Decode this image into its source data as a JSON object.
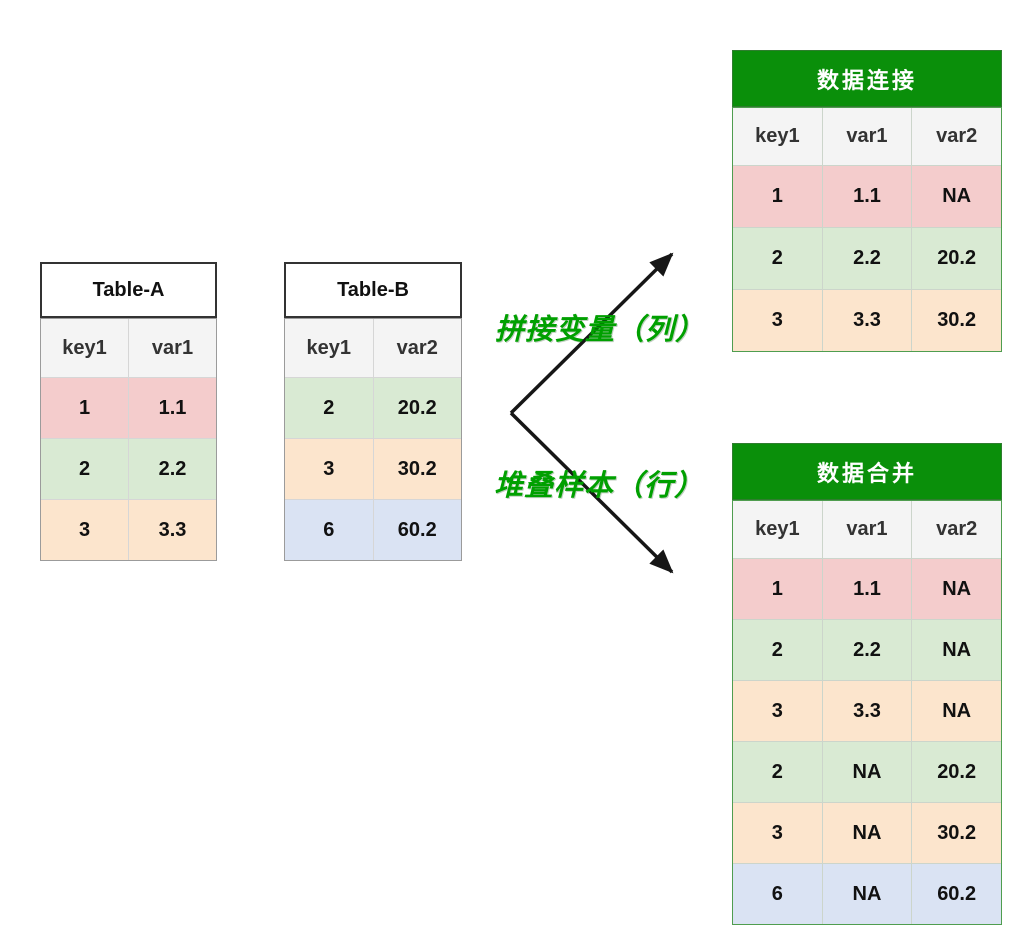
{
  "colors": {
    "row_pink": "#f4cccc",
    "row_green": "#d9ead3",
    "row_orange": "#fce5cd",
    "row_blue": "#dae3f3",
    "header_bg": "#f4f4f4",
    "title_green_bg": "#0a8f0a",
    "title_green_text": "#ffffff",
    "label_green": "#00a000",
    "arrow_color": "#161616"
  },
  "tables": {
    "table_a": {
      "title": "Table-A",
      "columns": [
        "key1",
        "var1"
      ],
      "rows": [
        {
          "cells": [
            "1",
            "1.1"
          ],
          "color": "pink"
        },
        {
          "cells": [
            "2",
            "2.2"
          ],
          "color": "green"
        },
        {
          "cells": [
            "3",
            "3.3"
          ],
          "color": "orange"
        }
      ]
    },
    "table_b": {
      "title": "Table-B",
      "columns": [
        "key1",
        "var2"
      ],
      "rows": [
        {
          "cells": [
            "2",
            "20.2"
          ],
          "color": "green"
        },
        {
          "cells": [
            "3",
            "30.2"
          ],
          "color": "orange"
        },
        {
          "cells": [
            "6",
            "60.2"
          ],
          "color": "blue"
        }
      ]
    },
    "join_table": {
      "title": "数据连接",
      "columns": [
        "key1",
        "var1",
        "var2"
      ],
      "rows": [
        {
          "cells": [
            "1",
            "1.1",
            "NA"
          ],
          "color": "pink"
        },
        {
          "cells": [
            "2",
            "2.2",
            "20.2"
          ],
          "color": "green"
        },
        {
          "cells": [
            "3",
            "3.3",
            "30.2"
          ],
          "color": "orange"
        }
      ]
    },
    "merge_table": {
      "title": "数据合并",
      "columns": [
        "key1",
        "var1",
        "var2"
      ],
      "rows": [
        {
          "cells": [
            "1",
            "1.1",
            "NA"
          ],
          "color": "pink"
        },
        {
          "cells": [
            "2",
            "2.2",
            "NA"
          ],
          "color": "green"
        },
        {
          "cells": [
            "3",
            "3.3",
            "NA"
          ],
          "color": "orange"
        },
        {
          "cells": [
            "2",
            "NA",
            "20.2"
          ],
          "color": "green"
        },
        {
          "cells": [
            "3",
            "NA",
            "30.2"
          ],
          "color": "orange"
        },
        {
          "cells": [
            "6",
            "NA",
            "60.2"
          ],
          "color": "blue"
        }
      ]
    }
  },
  "labels": {
    "join_label": "拼接变量（列）",
    "stack_label": "堆叠样本（行）"
  }
}
